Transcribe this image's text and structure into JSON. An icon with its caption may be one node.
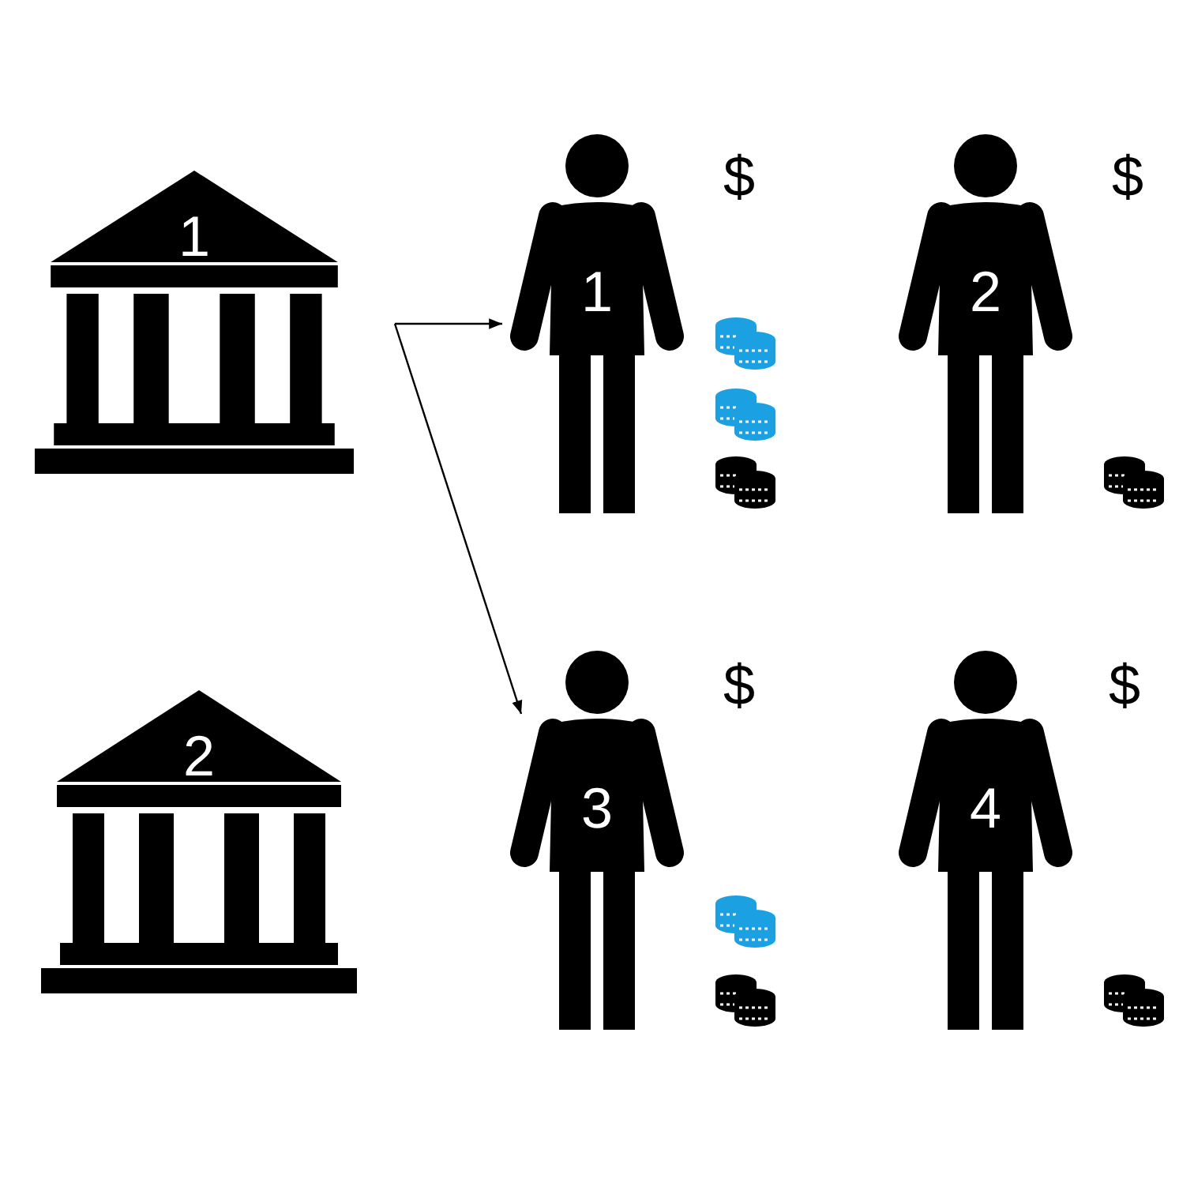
{
  "diagram": {
    "nodes": [
      {
        "text": [
          "1"
        ]
      },
      {
        "text": [
          "2"
        ]
      },
      {
        "text": [
          "1"
        ],
        "beside": [
          "$"
        ]
      },
      {
        "text": [
          "2"
        ],
        "beside": [
          "$"
        ]
      },
      {
        "text": [
          "3"
        ],
        "beside": [
          "$"
        ]
      },
      {
        "text": [
          "4"
        ],
        "beside": [
          "$"
        ]
      }
    ],
    "edges": [
      {
        "from": null,
        "to": 2,
        "arrow": "to"
      },
      {
        "from": null,
        "to": 4,
        "arrow": "to"
      }
    ]
  }
}
